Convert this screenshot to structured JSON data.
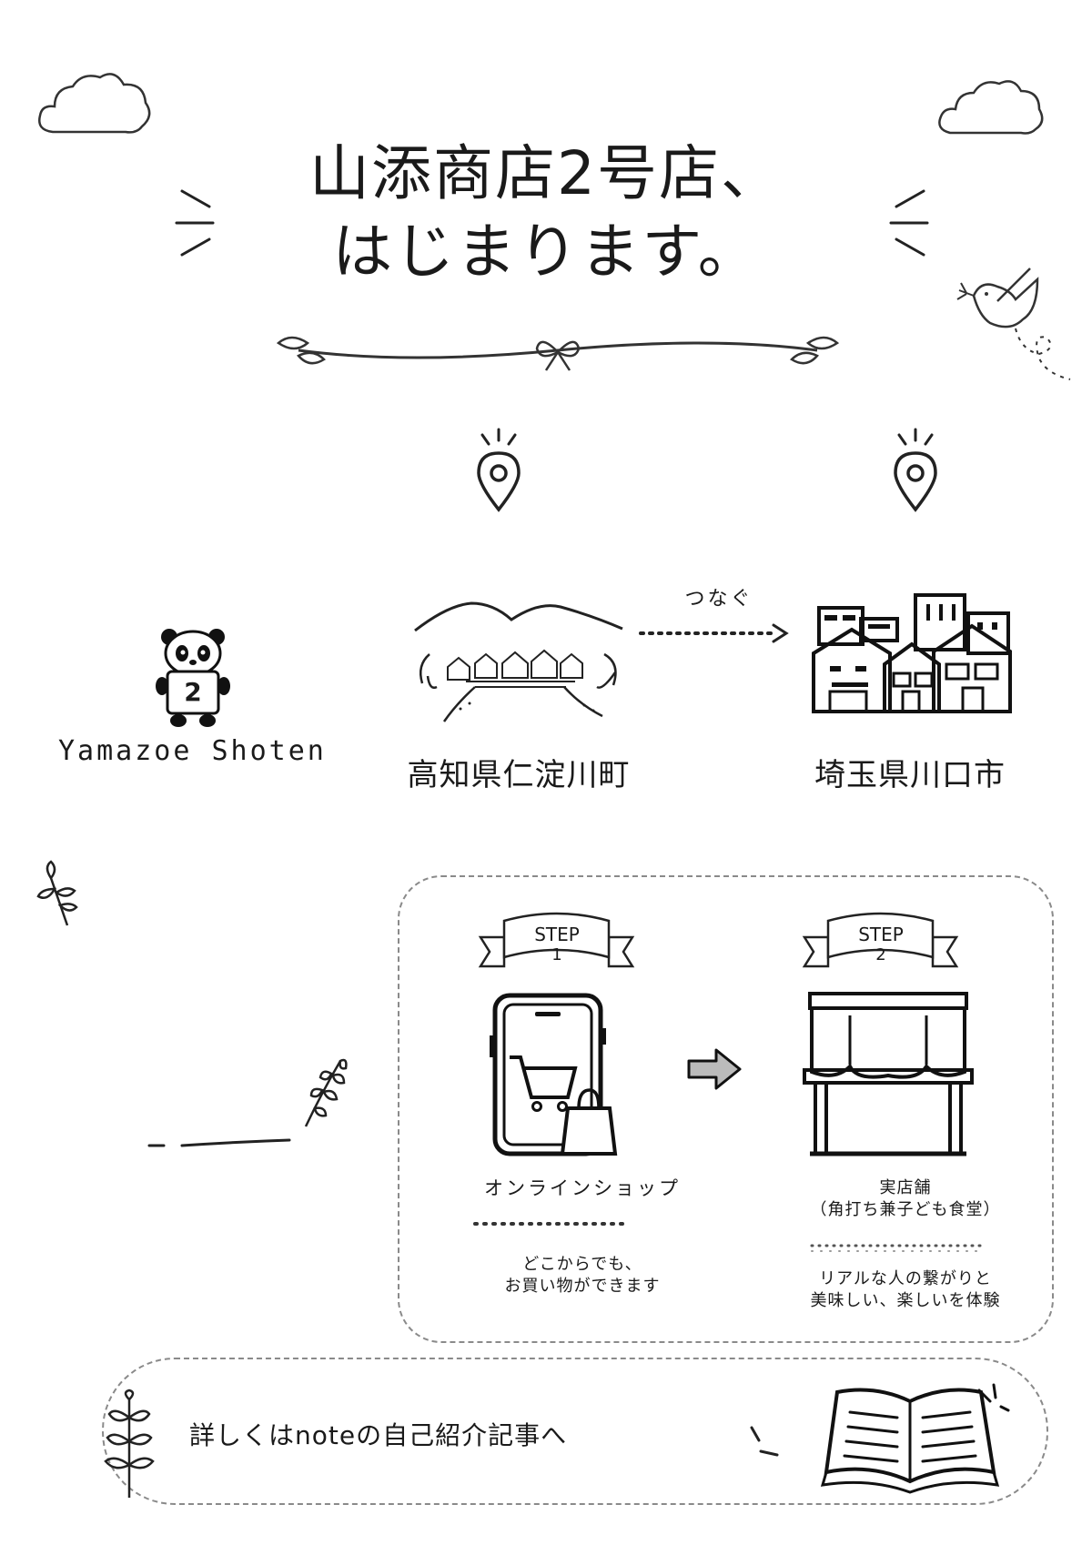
{
  "title": {
    "line1": "山添商店2号店、",
    "line2": "はじまります。"
  },
  "brand": {
    "name": "Yamazoe Shoten",
    "badge_number": "2"
  },
  "route": {
    "from_place": "高知県仁淀川町",
    "to_place": "埼玉県川口市",
    "connector_label": "つなぐ"
  },
  "steps": [
    {
      "banner_word": "STEP",
      "banner_number": "1",
      "icon": "smartphone-cart-icon",
      "title": "オンラインショップ",
      "desc_line1": "どこからでも、",
      "desc_line2": "お買い物ができます"
    },
    {
      "banner_word": "STEP",
      "banner_number": "2",
      "icon": "storefront-icon",
      "title_line1": "実店舗",
      "title_line2": "（角打ち兼子ども食堂）",
      "desc_line1": "リアルな人の繋がりと",
      "desc_line2": "美味しい、楽しいを体験"
    }
  ],
  "footer": {
    "text": "詳しくはnoteの自己紹介記事へ",
    "icon": "open-book-icon"
  }
}
